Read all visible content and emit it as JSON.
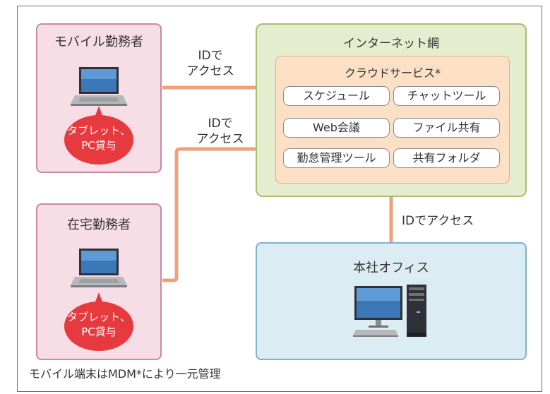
{
  "workers": [
    {
      "title": "モバイル勤務者",
      "bubble_line1": "タブレット、",
      "bubble_line2": "PC貸与"
    },
    {
      "title": "在宅勤務者",
      "bubble_line1": "タブレット、",
      "bubble_line2": "PC貸与"
    }
  ],
  "internet": {
    "title": "インターネット網",
    "cloud": {
      "title": "クラウドサービス*",
      "services": [
        "スケジュール",
        "チャットツール",
        "Web会議",
        "ファイル共有",
        "勤怠管理ツール",
        "共有フォルダ"
      ]
    }
  },
  "office": {
    "title": "本社オフィス"
  },
  "arrows": {
    "mobile_line1": "IDで",
    "mobile_line2": "アクセス",
    "home_line1": "IDで",
    "home_line2": "アクセス",
    "office_label": "IDでアクセス"
  },
  "footer": "モバイル端末はMDM*により一元管理",
  "colors": {
    "arrow": "#f0a07a",
    "bubble": "#e63a3f",
    "worker_bg": "#f7dde6",
    "internet_bg": "#e5edcf",
    "cloud_bg": "#fbe0c6",
    "office_bg": "#dcecf3"
  }
}
